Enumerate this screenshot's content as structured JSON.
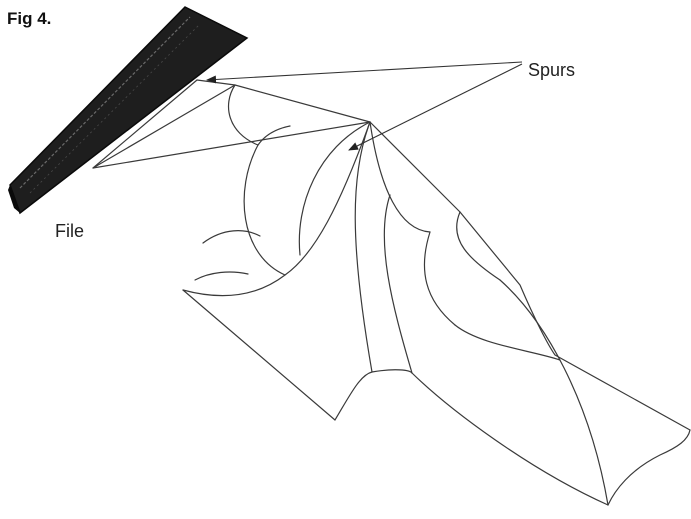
{
  "figure": {
    "label": "Fig 4."
  },
  "callouts": {
    "spurs": "Spurs",
    "file": "File"
  },
  "colors": {
    "line": "#3a3a3a",
    "file_body": "#1e1e1e",
    "file_edge": "#0a0a0a",
    "file_teeth": "#6a6a6a",
    "background": "#ffffff"
  }
}
